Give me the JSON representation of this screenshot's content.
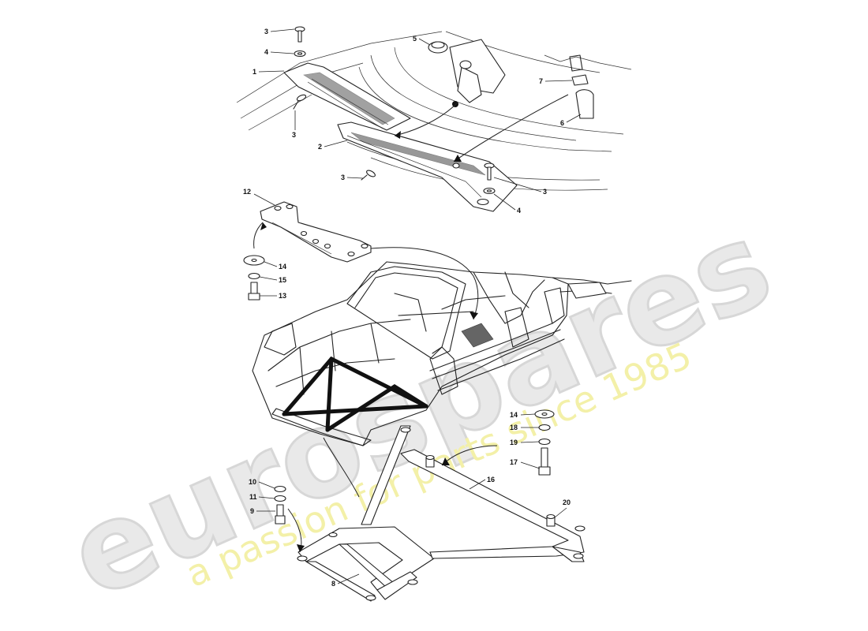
{
  "watermark": {
    "brand": "eurospares",
    "slogan": "a passion for parts since 1985"
  },
  "callouts": [
    {
      "id": "c1",
      "text": "1"
    },
    {
      "id": "c2",
      "text": "2"
    },
    {
      "id": "c3a",
      "text": "3"
    },
    {
      "id": "c3b",
      "text": "3"
    },
    {
      "id": "c3c",
      "text": "3"
    },
    {
      "id": "c3d",
      "text": "3"
    },
    {
      "id": "c4a",
      "text": "4"
    },
    {
      "id": "c4b",
      "text": "4"
    },
    {
      "id": "c5",
      "text": "5"
    },
    {
      "id": "c6",
      "text": "6"
    },
    {
      "id": "c7",
      "text": "7"
    },
    {
      "id": "c8",
      "text": "8"
    },
    {
      "id": "c9",
      "text": "9"
    },
    {
      "id": "c10",
      "text": "10"
    },
    {
      "id": "c11",
      "text": "11"
    },
    {
      "id": "c12",
      "text": "12"
    },
    {
      "id": "c13",
      "text": "13"
    },
    {
      "id": "c14a",
      "text": "14"
    },
    {
      "id": "c14b",
      "text": "14"
    },
    {
      "id": "c15",
      "text": "15"
    },
    {
      "id": "c16",
      "text": "16"
    },
    {
      "id": "c17",
      "text": "17"
    },
    {
      "id": "c18",
      "text": "18"
    },
    {
      "id": "c19",
      "text": "19"
    },
    {
      "id": "c20",
      "text": "20"
    }
  ]
}
